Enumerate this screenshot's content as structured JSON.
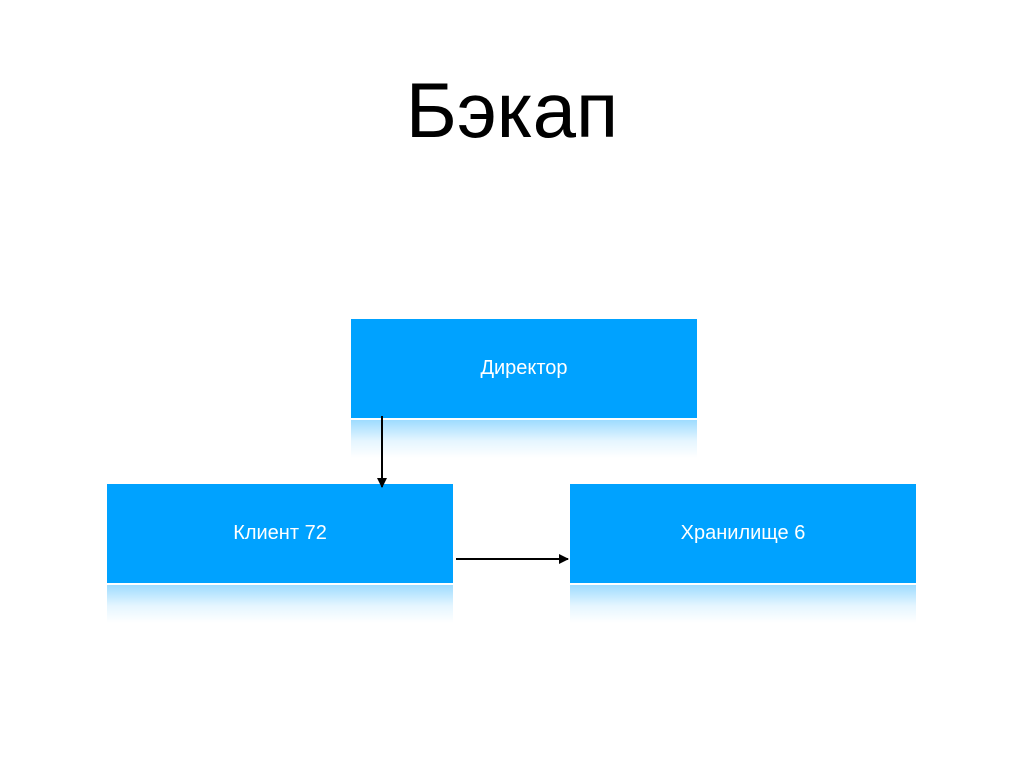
{
  "title": "Бэкап",
  "nodes": {
    "director": {
      "label": "Директор"
    },
    "client": {
      "label": "Клиент 72"
    },
    "storage": {
      "label": "Хранилище 6"
    }
  },
  "edges": [
    {
      "from": "director",
      "to": "client"
    },
    {
      "from": "client",
      "to": "storage"
    }
  ],
  "colors": {
    "box": "#00a2ff",
    "box_text": "#ffffff",
    "arrow": "#000000",
    "background": "#ffffff"
  }
}
